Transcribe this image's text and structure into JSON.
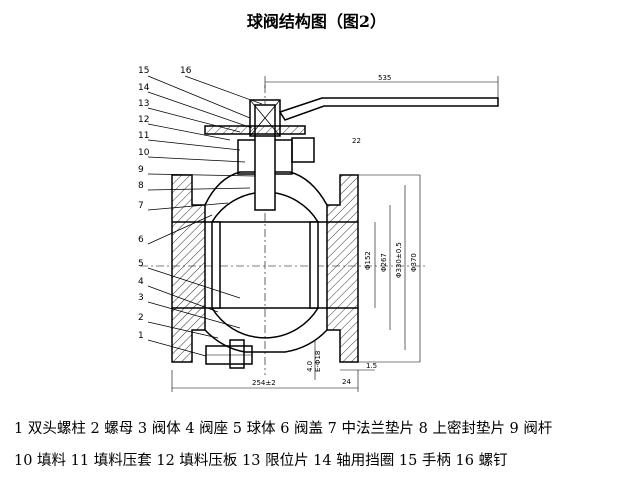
{
  "title": "球阀结构图（图2）",
  "callouts": [
    "15",
    "16",
    "14",
    "13",
    "12",
    "11",
    "10",
    "9",
    "8",
    "7",
    "6",
    "5",
    "4",
    "3",
    "2",
    "1"
  ],
  "dimensions": {
    "top_length": "535",
    "flange_thickness": "22",
    "bore": "Φ152",
    "raised_face": "Φ267",
    "bolt_circle": "Φ330±0.5",
    "outer": "Φ370",
    "bottom_length": "254±2",
    "small_offset": "4.0",
    "gap_24": "24",
    "gap_1p5": "1.5",
    "face_label": "E-Φ18"
  },
  "legend": {
    "line1": "1 双头螺柱   2 螺母   3 阀体 4 阀座 5  球体 6  阀盖  7  中法兰垫片   8  上密封垫片   9  阀杆",
    "line2": "10  填料 11 填料压套 12  填料压板  13 限位片    14 轴用挡圈    15  手柄    16  螺钉"
  }
}
